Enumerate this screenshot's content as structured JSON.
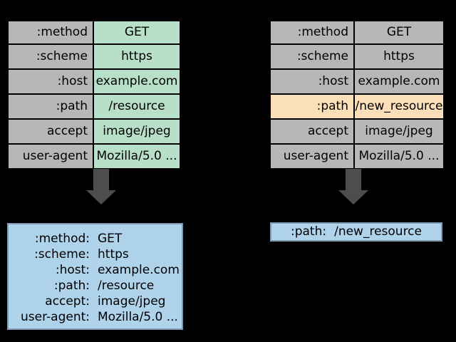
{
  "colors": {
    "background": "#000000",
    "cell_default": "#b7b7b7",
    "highlight_green": "#b8dfc8",
    "highlight_orange": "#fbdfb8",
    "result_blue": "#afd3ea",
    "arrow_gray": "#4d4d4d"
  },
  "left": {
    "table": {
      "rows": [
        {
          "name": ":method",
          "value": "GET",
          "highlight": "green"
        },
        {
          "name": ":scheme",
          "value": "https",
          "highlight": "green"
        },
        {
          "name": ":host",
          "value": "example.com",
          "highlight": "green"
        },
        {
          "name": ":path",
          "value": "/resource",
          "highlight": "green"
        },
        {
          "name": "accept",
          "value": "image/jpeg",
          "highlight": "green"
        },
        {
          "name": "user-agent",
          "value": "Mozilla/5.0 ...",
          "highlight": "green"
        }
      ]
    },
    "arrow": "down-arrow",
    "result": {
      "rows": [
        {
          "name": ":method:",
          "value": "GET"
        },
        {
          "name": ":scheme:",
          "value": "https"
        },
        {
          "name": ":host:",
          "value": "example.com"
        },
        {
          "name": ":path:",
          "value": "/resource"
        },
        {
          "name": "accept:",
          "value": "image/jpeg"
        },
        {
          "name": "user-agent:",
          "value": "Mozilla/5.0 ..."
        }
      ]
    }
  },
  "right": {
    "table": {
      "rows": [
        {
          "name": ":method",
          "value": "GET",
          "highlight": "none"
        },
        {
          "name": ":scheme",
          "value": "https",
          "highlight": "none"
        },
        {
          "name": ":host",
          "value": "example.com",
          "highlight": "none"
        },
        {
          "name": ":path",
          "value": "/new_resource",
          "highlight": "orange"
        },
        {
          "name": "accept",
          "value": "image/jpeg",
          "highlight": "none"
        },
        {
          "name": "user-agent",
          "value": "Mozilla/5.0 ...",
          "highlight": "none"
        }
      ]
    },
    "arrow": "down-arrow",
    "result": {
      "rows": [
        {
          "name": ":path:",
          "value": "/new_resource"
        }
      ]
    }
  }
}
